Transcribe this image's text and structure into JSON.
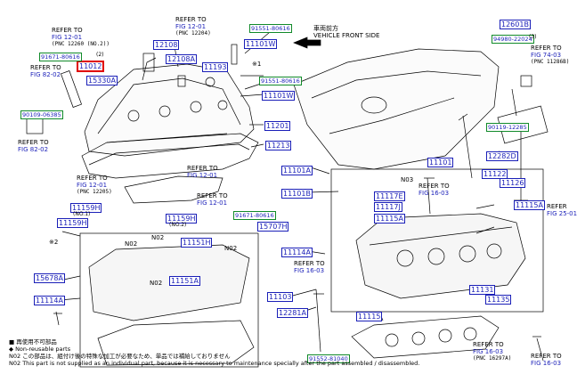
{
  "parts": [
    {
      "id": "p12108",
      "label": "12108"
    },
    {
      "id": "p12108A",
      "label": "12108A"
    },
    {
      "id": "p11193",
      "label": "11193"
    },
    {
      "id": "p11101W_a",
      "label": "11101W"
    },
    {
      "id": "p11101W_b",
      "label": "11101W"
    },
    {
      "id": "p12601B",
      "label": "12601B"
    },
    {
      "id": "p11012",
      "label": "11012"
    },
    {
      "id": "p15330A",
      "label": "15330A"
    },
    {
      "id": "p11201",
      "label": "11201"
    },
    {
      "id": "p11213",
      "label": "11213"
    },
    {
      "id": "p11101A",
      "label": "11101A"
    },
    {
      "id": "p11101",
      "label": "11101"
    },
    {
      "id": "p12282D",
      "label": "12282D"
    },
    {
      "id": "p11101B",
      "label": "11101B"
    },
    {
      "id": "p11122",
      "label": "11122"
    },
    {
      "id": "p11126",
      "label": "11126"
    },
    {
      "id": "p11117E",
      "label": "11117E"
    },
    {
      "id": "p11117J",
      "label": "11117J"
    },
    {
      "id": "p11115A_a",
      "label": "11115A"
    },
    {
      "id": "p11115A_b",
      "label": "11115A"
    },
    {
      "id": "p11159H_a",
      "label": "11159H"
    },
    {
      "id": "p11159H_b",
      "label": "11159H"
    },
    {
      "id": "p11159H_c",
      "label": "11159H"
    },
    {
      "id": "p15707H",
      "label": "15707H"
    },
    {
      "id": "p11151H",
      "label": "11151H"
    },
    {
      "id": "p11114A_a",
      "label": "11114A"
    },
    {
      "id": "p15678A",
      "label": "15678A"
    },
    {
      "id": "p11151A",
      "label": "11151A"
    },
    {
      "id": "p11114A_b",
      "label": "11114A"
    },
    {
      "id": "p11103",
      "label": "11103"
    },
    {
      "id": "p11131",
      "label": "11131"
    },
    {
      "id": "p11135",
      "label": "11135"
    },
    {
      "id": "p12281A",
      "label": "12281A"
    },
    {
      "id": "p11115",
      "label": "11115"
    }
  ],
  "std_parts": [
    {
      "id": "s91551a",
      "label": "91551-80616"
    },
    {
      "id": "s91671a",
      "label": "91671-80616"
    },
    {
      "id": "s90109",
      "label": "90109-06385"
    },
    {
      "id": "s91551b",
      "label": "91551-80616"
    },
    {
      "id": "s94980",
      "label": "94980-22024"
    },
    {
      "id": "s90119",
      "label": "90119-12285"
    },
    {
      "id": "s91671b",
      "label": "91671-80616"
    },
    {
      "id": "s91552",
      "label": "91552-81040"
    }
  ],
  "refs": {
    "r1": {
      "text": "REFER TO",
      "fig": "FIG 12-01",
      "pnc": "(PNC 12260 (NO.2))"
    },
    "r2": {
      "text": "REFER TO",
      "fig": "FIG 12-01",
      "pnc": "(PNC 12204)"
    },
    "r3": {
      "text": "REFER TO",
      "fig": "FIG 82-02",
      "pnc": ""
    },
    "r4": {
      "text": "REFER TO",
      "fig": "FIG 82-02",
      "pnc": ""
    },
    "r5": {
      "text": "REFER TO",
      "fig": "FIG 74-03",
      "pnc": "(PNC 11286B)"
    },
    "r6": {
      "text": "REFER TO",
      "fig": "FIG 12-01",
      "pnc": ""
    },
    "r7": {
      "text": "REFER TO",
      "fig": "FIG 12-01",
      "pnc": "(PNC 12205)"
    },
    "r8": {
      "text": "REFER TO",
      "fig": "FIG 12-01",
      "pnc": ""
    },
    "r9": {
      "text": "REFER",
      "fig": "FIG 25-01",
      "pnc": ""
    },
    "r10": {
      "text": "REFER TO",
      "fig": "FIG 16-03",
      "pnc": ""
    },
    "r11": {
      "text": "REFER TO",
      "fig": "FIG 16-03",
      "pnc": ""
    },
    "r12": {
      "text": "REFER TO",
      "fig": "FIG 16-03",
      "pnc": "(PNC 16297A)"
    },
    "r13": {
      "text": "REFER TO",
      "fig": "FIG 16-03",
      "pnc": ""
    }
  },
  "vehicle_front": {
    "jp": "車両前方",
    "en": "VEHICLE FRONT SIDE"
  },
  "misc": {
    "star1": "※1",
    "star2": "※2",
    "n03": "N03",
    "n02a": "N02",
    "n02b": "N02",
    "n02c": "N02",
    "n02d": "N02",
    "no1": "(NO.1)",
    "no2": "(NO.2)",
    "qty3": "(3)",
    "qty2": "(2)"
  },
  "notes": {
    "line1": "■ 再使用不可部品",
    "line2": "◆ Non-reusable parts",
    "line3": "N02 この部品は、組付け後の特殊な加工が必要なため、単品では補給しておりません",
    "line4": "N02 This part is not supplied as an individual part, because it is necessary to maintenance specially after the part assembled / disassembled."
  }
}
